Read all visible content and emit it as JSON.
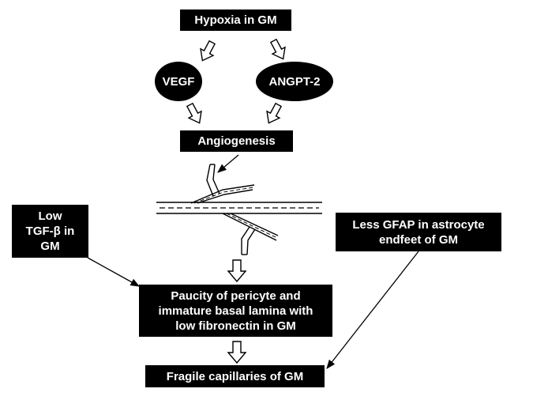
{
  "nodes": {
    "hypoxia": "Hypoxia in GM",
    "vegf": "VEGF",
    "angpt2": "ANGPT-2",
    "angiogenesis": "Angiogenesis",
    "low_tgf": {
      "line1": "Low",
      "line2": "TGF-β in",
      "line3": "GM"
    },
    "less_gfap": {
      "line1": "Less GFAP in astrocyte",
      "line2": "endfeet of GM"
    },
    "paucity": {
      "line1": "Paucity of  pericyte and",
      "line2": "immature basal lamina with",
      "line3": "low fibronectin  in GM"
    },
    "fragile": "Fragile capillaries of GM"
  }
}
